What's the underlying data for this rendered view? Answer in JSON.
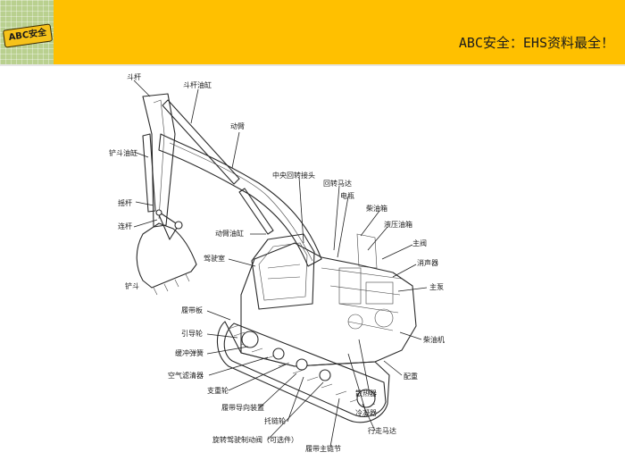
{
  "header": {
    "logo_text": "ABC安全",
    "title": "ABC安全：EHS资料最全！"
  },
  "diagram": {
    "labels": {
      "dougan": "斗杆",
      "dougan_cyl": "斗杆油缸",
      "dongbi": "动臂",
      "chandou_cyl": "铲斗油缸",
      "zhongyang": "中央回转接头",
      "huizhuan_motor": "回转马达",
      "dianping": "电瓶",
      "yaogan": "摇杆",
      "chaiyou": "柴油箱",
      "liangan": "连杆",
      "yeya_tank": "液压油箱",
      "dongbi_cyl": "动臂油缸",
      "zhufa": "主阀",
      "jiashi": "驾驶室",
      "xiaosheng": "消声器",
      "chandou": "铲斗",
      "zhubeng": "主泵",
      "lvdai_ban": "履带板",
      "yindao": "引导轮",
      "chaiyouji": "柴油机",
      "huanchong": "缓冲弹簧",
      "kongqi": "空气滤清器",
      "peizhong": "配重",
      "zhichen": "支重轮",
      "lvdai_guide": "履带导向装置",
      "sanre": "散热器",
      "tuolian": "托链轮",
      "lengning": "冷凝器",
      "xingzou": "行走马达",
      "huizhuan_lock": "旋转驾驶制动阀（可选件）",
      "lvdai_link": "履带主链节"
    }
  }
}
